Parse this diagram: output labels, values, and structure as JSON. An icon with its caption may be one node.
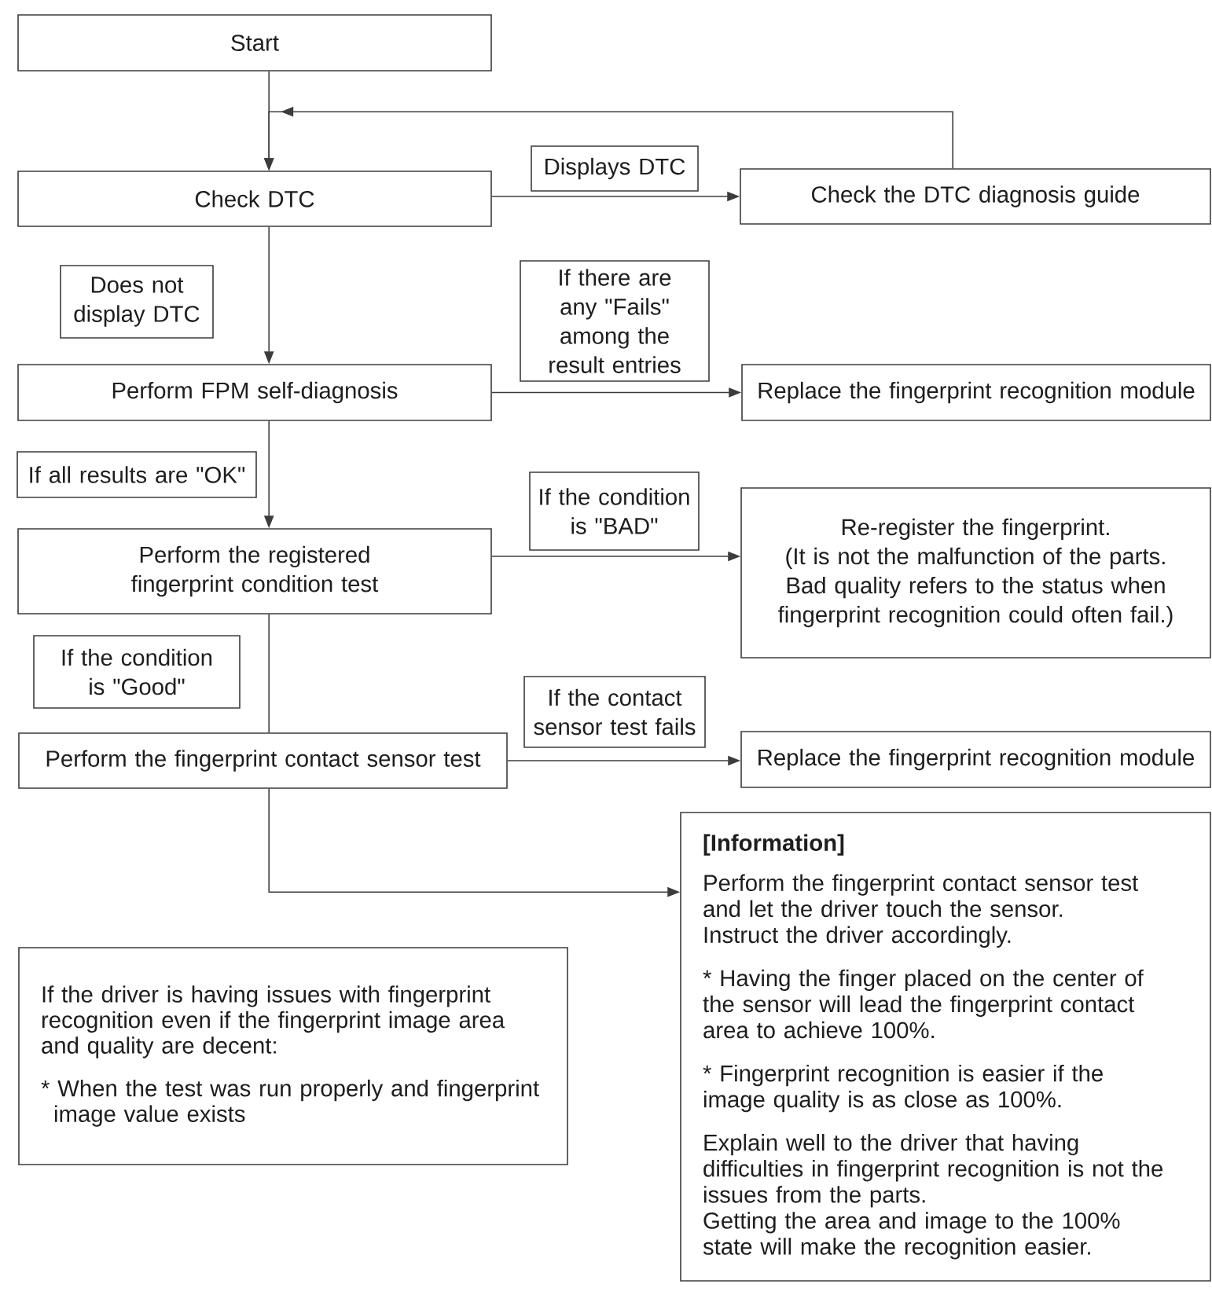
{
  "diagram": {
    "nodes": [
      {
        "text": [
          "Start"
        ]
      },
      {
        "text": [
          "Check DTC"
        ]
      },
      {
        "text": [
          "Check the DTC diagnosis guide"
        ]
      },
      {
        "text": [
          "Perform FPM self-diagnosis"
        ]
      },
      {
        "text": [
          "Replace the fingerprint recognition module"
        ]
      },
      {
        "text": [
          "Perform the registered fingerprint condition test"
        ]
      },
      {
        "text": [
          "Re-register the fingerprint.",
          "(It is not the malfunction of the parts. Bad quality refers to the status when fingerprint recognition could often fail.)"
        ]
      },
      {
        "text": [
          "Perform the fingerprint contact sensor test"
        ]
      },
      {
        "text": [
          "Replace the fingerprint recognition module"
        ]
      },
      {
        "text": [
          "[Information]",
          "Perform the fingerprint contact sensor test and let the driver touch the sensor.",
          "Instruct the driver accordingly.",
          "* Having the finger placed on the center of the sensor will lead the fingerprint contact area to achieve 100%.",
          "* Fingerprint recognition is easier if the image quality is as close as 100%.",
          "Explain well to the driver that having difficulties in fingerprint recognition is not the issues from the parts.",
          "Getting the area and image to the 100% state will make the recognition easier."
        ]
      },
      {
        "text": [
          "If the driver is having issues with fingerprint recognition even if the fingerprint image area and quality are decent:",
          "* When the test was run properly and fingerprint image value exists"
        ]
      }
    ],
    "edges": [
      {
        "from": 0,
        "to": 1,
        "arrow": "to"
      },
      {
        "from": 1,
        "to": 2,
        "arrow": "to",
        "label": "Displays DTC"
      },
      {
        "from": 2,
        "to": 1,
        "arrow": "to"
      },
      {
        "from": 1,
        "to": 3,
        "arrow": "to",
        "label": "Does not display DTC"
      },
      {
        "from": 3,
        "to": 4,
        "arrow": "to",
        "label": "If there are any \"Fails\" among the result entries"
      },
      {
        "from": 3,
        "to": 5,
        "arrow": "to",
        "label": "If all results are \"OK\""
      },
      {
        "from": 5,
        "to": 6,
        "arrow": "to",
        "label": "If the condition is \"BAD\""
      },
      {
        "from": 5,
        "to": 7,
        "arrow": "none",
        "label": "If the condition is \"Good\""
      },
      {
        "from": 7,
        "to": 8,
        "arrow": "to",
        "label": "If the contact sensor test fails"
      },
      {
        "from": 7,
        "to": 9,
        "arrow": "to"
      }
    ]
  }
}
